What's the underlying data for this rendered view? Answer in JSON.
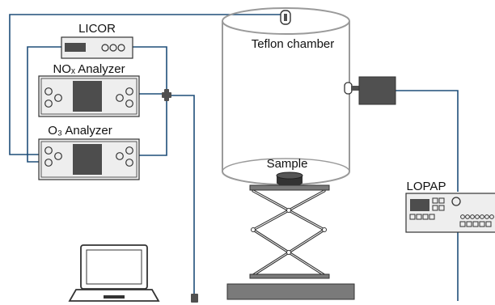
{
  "labels": {
    "licor": "LICOR",
    "nox_analyzer": "NOₓ Analyzer",
    "o3_analyzer": "O₃ Analyzer",
    "teflon_chamber": "Teflon chamber",
    "sample": "Sample",
    "lopap": "LOPAP"
  },
  "colors": {
    "tubing": "#1f4e79",
    "device_fill": "#eeeeee",
    "screen": "#4d4d4d",
    "connector": "#505050",
    "chamber_stroke": "#9a9a9a",
    "stand": "#333333",
    "base": "#7a7a7a"
  }
}
